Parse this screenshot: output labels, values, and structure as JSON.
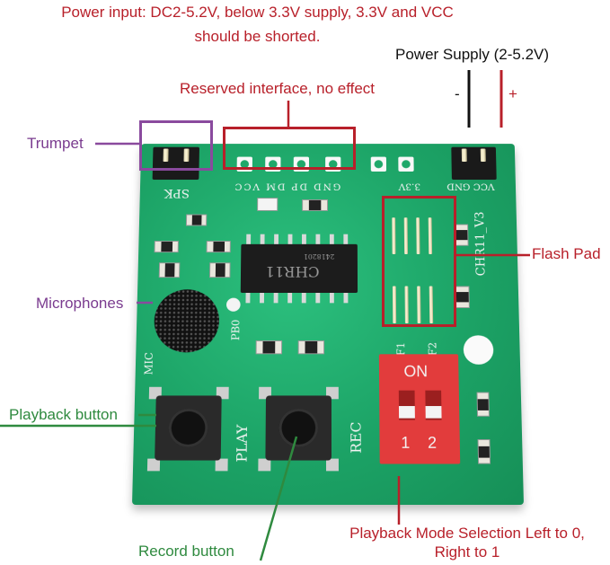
{
  "labels": {
    "power_input_line1": "Power input: DC2-5.2V, below 3.3V supply, 3.3V and VCC",
    "power_input_line2": "should be shorted.",
    "power_supply": "Power Supply (2-5.2V)",
    "minus": "-",
    "plus": "+",
    "reserved": "Reserved interface, no effect",
    "trumpet": "Trumpet",
    "flash_pad": "Flash Pad",
    "microphones": "Microphones",
    "playback_button": "Playback button",
    "record_button": "Record button",
    "mode_selection_line1": "Playback Mode Selection Left to 0,",
    "mode_selection_line2": "Right to 1"
  },
  "silkscreen": {
    "spk": "SPK",
    "gnd_dp_dm_vcc": "GND DP DM VCC",
    "v33": "3.3V",
    "vcc_gnd": "VCC GND",
    "chip_text": "CHR11",
    "chip_code": "2418201",
    "board_version": "CHR11_V3",
    "pb0": "PB0",
    "mic": "MIC",
    "play": "PLAY",
    "rec": "REC",
    "on": "ON",
    "one": "1",
    "two": "2",
    "f1": "F1",
    "f2": "F2"
  },
  "colors": {
    "red_label": "#b8202a",
    "purple_label": "#7a3b8f",
    "green_label": "#2f8a3f",
    "board": "#1fa86a"
  }
}
